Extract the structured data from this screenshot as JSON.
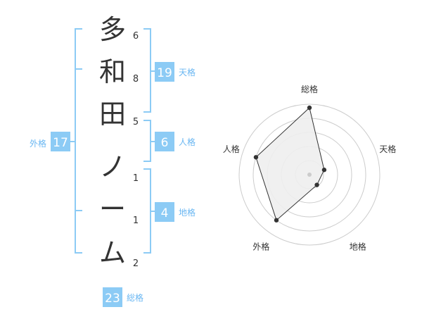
{
  "name": {
    "characters": [
      {
        "char": "多",
        "strokes": "6"
      },
      {
        "char": "和",
        "strokes": "8"
      },
      {
        "char": "田",
        "strokes": "5"
      },
      {
        "char": "ノ",
        "strokes": "1"
      },
      {
        "char": "ー",
        "strokes": "1"
      },
      {
        "char": "ム",
        "strokes": "2"
      }
    ]
  },
  "fortunes": {
    "tenkaku": {
      "label": "天格",
      "value": "19"
    },
    "jinkaku": {
      "label": "人格",
      "value": "6"
    },
    "chikaku": {
      "label": "地格",
      "value": "4"
    },
    "gaikaku": {
      "label": "外格",
      "value": "17"
    },
    "soukaku": {
      "label": "総格",
      "value": "23"
    }
  },
  "colors": {
    "accent": "#8ccbf5",
    "accent_text": "#6ab7f2",
    "badge_text": "#ffffff",
    "radar_fill": "#eeeeee",
    "radar_ring": "#cccccc"
  },
  "chart_data": {
    "type": "radar",
    "axes": [
      "総格",
      "天格",
      "地格",
      "外格",
      "人格"
    ],
    "values": [
      0.95,
      0.22,
      0.18,
      0.8,
      0.8
    ],
    "rings": 5
  }
}
